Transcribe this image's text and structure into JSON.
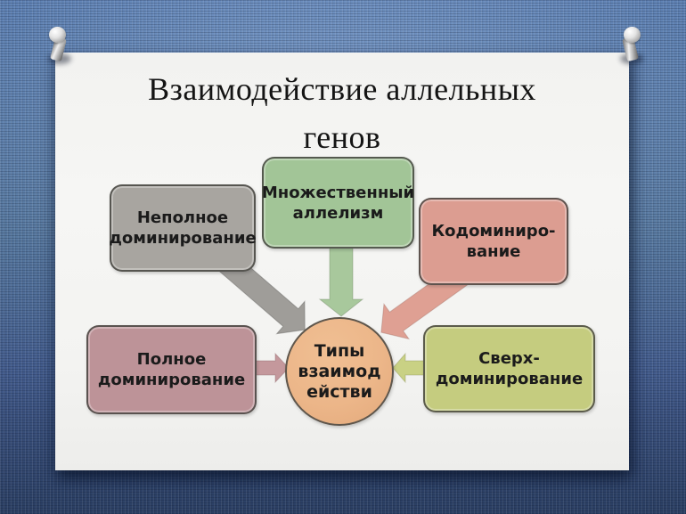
{
  "slide": {
    "title": "Взаимодействие аллельных\nгенов"
  },
  "diagram": {
    "type": "radial-concept-map",
    "center": {
      "label": "Типы\nвзаимод\nействи",
      "fill": "#ecb689",
      "shape": "circle"
    },
    "nodes": [
      {
        "key": "incomplete-dominance",
        "label": "Неполное\nдоминирование",
        "fill": "#a8a5a0",
        "position": "upper-left"
      },
      {
        "key": "multiple-allelism",
        "label": "Множественный\nаллелизм",
        "fill": "#a2c597",
        "position": "top-center"
      },
      {
        "key": "codominance",
        "label": "Кодоминиро-\nвание",
        "fill": "#dc9d91",
        "position": "upper-right"
      },
      {
        "key": "complete-dominance",
        "label": "Полное\nдоминирование",
        "fill": "#bd9398",
        "position": "lower-left"
      },
      {
        "key": "overdominance",
        "label": "Сверх-\nдоминирование",
        "fill": "#c5cc7f",
        "position": "lower-right"
      }
    ],
    "arrows": [
      {
        "from": "incomplete-dominance",
        "to": "center",
        "color": "#9f9d99"
      },
      {
        "from": "multiple-allelism",
        "to": "center",
        "color": "#a8c89c"
      },
      {
        "from": "codominance",
        "to": "center",
        "color": "#dfa093"
      },
      {
        "from": "complete-dominance",
        "to": "center",
        "color": "#c4989c"
      },
      {
        "from": "overdominance",
        "to": "center",
        "color": "#c9d184"
      }
    ]
  },
  "decor": {
    "push_pins": [
      "top-left",
      "top-right"
    ],
    "board_color": "#54749f",
    "board_color_dark": "#2b3f63",
    "slide_color": "#f4f4f2",
    "title_color": "#141414",
    "node_text_color": "#1b1b1b"
  }
}
